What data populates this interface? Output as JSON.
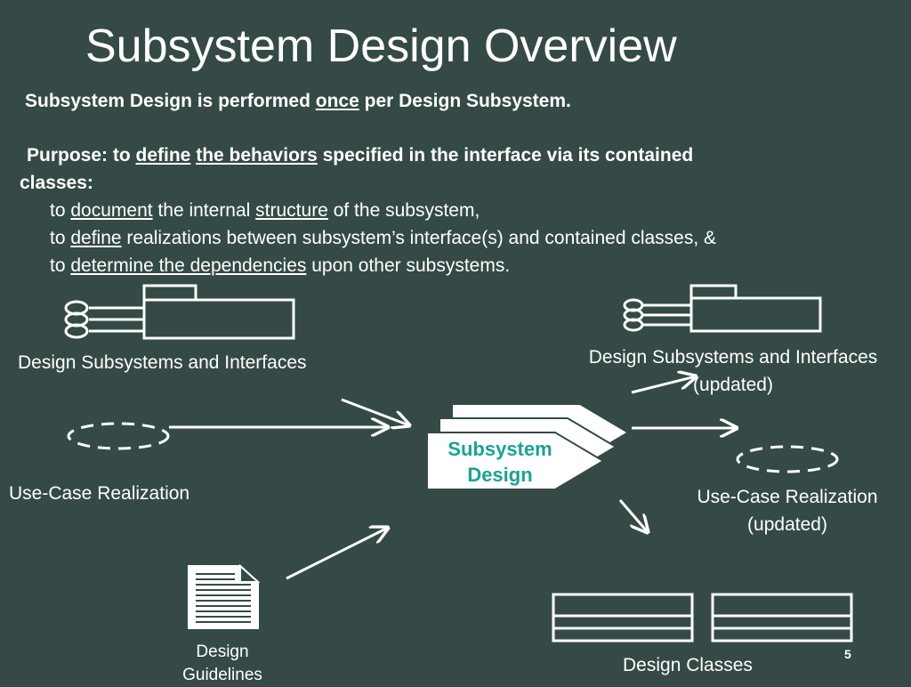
{
  "title": "Subsystem Design Overview",
  "intro": {
    "pre": "Subsystem Design is performed ",
    "once": "once",
    "post": " per Design Subsystem."
  },
  "purpose": {
    "lead": "Purpose:  to ",
    "define": "define",
    "space": " ",
    "behaviors": "the behaviors",
    "rest": " specified in the interface via its contained",
    "cont": "classes:"
  },
  "bullets": [
    {
      "pre": "to ",
      "key": "document",
      "mid": " the internal ",
      "key2": "structure",
      "post": " of the subsystem,"
    },
    {
      "pre": "to ",
      "key": "define",
      "post": " realizations between subsystem’s interface(s) and contained classes, &"
    },
    {
      "pre": "to ",
      "key": "determine the dependencies",
      "post": " upon other subsystems."
    }
  ],
  "diagram": {
    "center_line1": "Subsystem",
    "center_line2": "Design",
    "inputs": {
      "subsystems": "Design Subsystems and Interfaces",
      "usecase": "Use-Case Realization",
      "guidelines_1": "Design",
      "guidelines_2": "Guidelines"
    },
    "outputs": {
      "subsystems_1": "Design Subsystems and Interfaces",
      "subsystems_2": "(updated)",
      "usecase_1": "Use-Case Realization",
      "usecase_2": "(updated)",
      "classes": "Design Classes"
    },
    "center_text_color": "#1aa394"
  },
  "page_number": "5"
}
